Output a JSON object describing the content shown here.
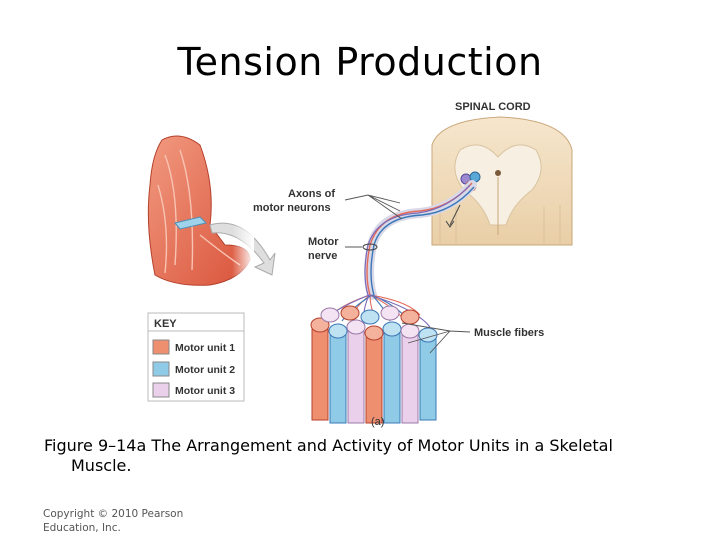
{
  "slide": {
    "title": "Tension Production",
    "caption_line1": "Figure 9–14a The Arrangement and Activity of Motor Units in a Skeletal",
    "caption_line2": "Muscle.",
    "copyright_line1": "Copyright © 2010 Pearson",
    "copyright_line2": "Education, Inc."
  },
  "diagram": {
    "labels": {
      "spinal_cord": "SPINAL CORD",
      "axons_line1": "Axons of",
      "axons_line2": "motor neurons",
      "nerve_line1": "Motor",
      "nerve_line2": "nerve",
      "muscle_fibers": "Muscle fibers",
      "panel": "(a)"
    },
    "key": {
      "title": "KEY",
      "items": [
        {
          "label": "Motor unit 1",
          "color": "#ee8f70"
        },
        {
          "label": "Motor unit 2",
          "color": "#8fcbe6"
        },
        {
          "label": "Motor unit 3",
          "color": "#ead0ea"
        }
      ]
    },
    "colors": {
      "unit1": "#ee8f70",
      "unit2": "#8fcbe6",
      "unit3": "#ead0ea",
      "muscle": "#e96e55",
      "spinal_cord": "#f3dfc3",
      "gray_matter": "#f7efe1"
    }
  }
}
